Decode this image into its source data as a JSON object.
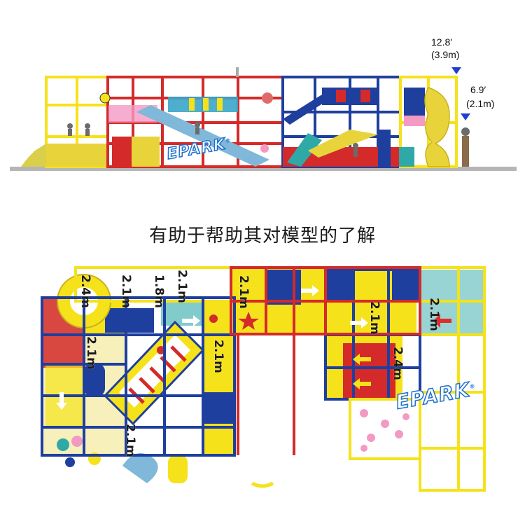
{
  "side_view": {
    "height_total_ft": "12.8′",
    "height_total_m": "(3.9m)",
    "height_deck_ft": "6.9′",
    "height_deck_m": "(2.1m)"
  },
  "caption": "有助于帮助其对模型的了解",
  "brand": {
    "logo_text": "EPARK",
    "registered": "®"
  },
  "plan_view": {
    "labels": [
      "2.4m",
      "2.1m",
      "1.8m",
      "2.1m",
      "2.1m",
      "2.1m",
      "2.1m",
      "2.1m",
      "2.1m",
      "2.4m",
      "2.1m"
    ]
  },
  "colors": {
    "yellow": "#f5e21b",
    "blue": "#1f3f9e",
    "red": "#d42a2a",
    "teal": "#2fa9a8",
    "pink": "#f29ac4",
    "ground": "#b5b5b5"
  }
}
